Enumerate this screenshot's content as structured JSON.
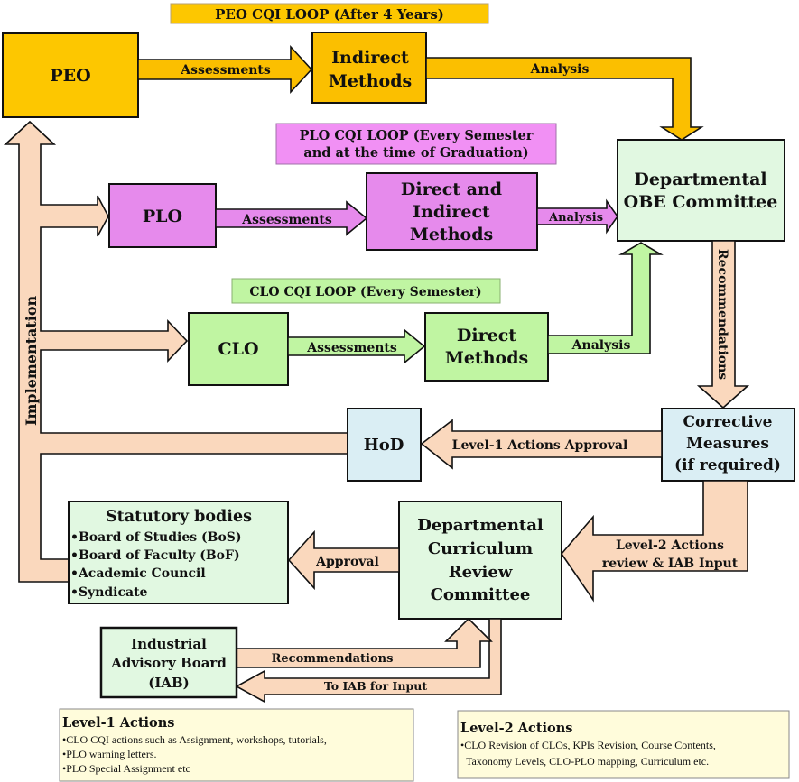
{
  "colors": {
    "peo": "#fdc700",
    "peo_arrow": "#fbbf00",
    "plo": "#e68aec",
    "plo_banner": "#f190f4",
    "clo": "#c0f5a2",
    "committee": "#e1f8e1",
    "hod": "#daeef4",
    "implementation": "#fad8bd",
    "note": "#fffcdb"
  },
  "banners": {
    "peo": "PEO CQI LOOP (After 4 Years)",
    "plo_line1": "PLO CQI LOOP (Every Semester",
    "plo_line2": "and at the time of Graduation)",
    "clo": "CLO CQI LOOP (Every Semester)"
  },
  "nodes": {
    "peo": "PEO",
    "indirect_line1": "Indirect",
    "indirect_line2": "Methods",
    "plo": "PLO",
    "direct_indirect_line1": "Direct and",
    "direct_indirect_line2": "Indirect",
    "direct_indirect_line3": "Methods",
    "clo": "CLO",
    "direct_line1": "Direct",
    "direct_line2": "Methods",
    "obe_line1": "Departmental",
    "obe_line2": "OBE Committee",
    "hod": "HoD",
    "corrective_line1": "Corrective",
    "corrective_line2": "Measures",
    "corrective_line3": "(if required)",
    "statutory_title": "Statutory bodies",
    "statutory_items": [
      "•Board of Studies (BoS)",
      "•Board of Faculty (BoF)",
      "•Academic Council",
      "•Syndicate"
    ],
    "dcrc_line1": "Departmental",
    "dcrc_line2": "Curriculum",
    "dcrc_line3": "Review",
    "dcrc_line4": "Committee",
    "iab_line1": "Industrial",
    "iab_line2": "Advisory Board",
    "iab_line3": "(IAB)"
  },
  "arrows": {
    "peo_assess": "Assessments",
    "peo_analysis": "Analysis",
    "plo_assess": "Assessments",
    "plo_analysis": "Analysis",
    "clo_assess": "Assessments",
    "clo_analysis": "Analysis",
    "recommendations": "Recommendations",
    "level1_approval": "Level-1 Actions Approval",
    "level2_line1": "Level-2 Actions",
    "level2_line2": "review & IAB Input",
    "approval": "Approval",
    "implementation": "Implementation",
    "iab_recommendations": "Recommendations",
    "to_iab": "To IAB for Input"
  },
  "notes": {
    "level1_title": "Level-1 Actions",
    "level1_items": [
      "•CLO CQI actions such as Assignment, workshops, tutorials,",
      "•PLO warning letters.",
      "•PLO Special Assignment etc"
    ],
    "level2_title": "Level-2 Actions",
    "level2_items": [
      "•CLO Revision of CLOs, KPIs Revision, Course Contents,",
      "Taxonomy Levels, CLO-PLO mapping, Curriculum etc."
    ]
  }
}
